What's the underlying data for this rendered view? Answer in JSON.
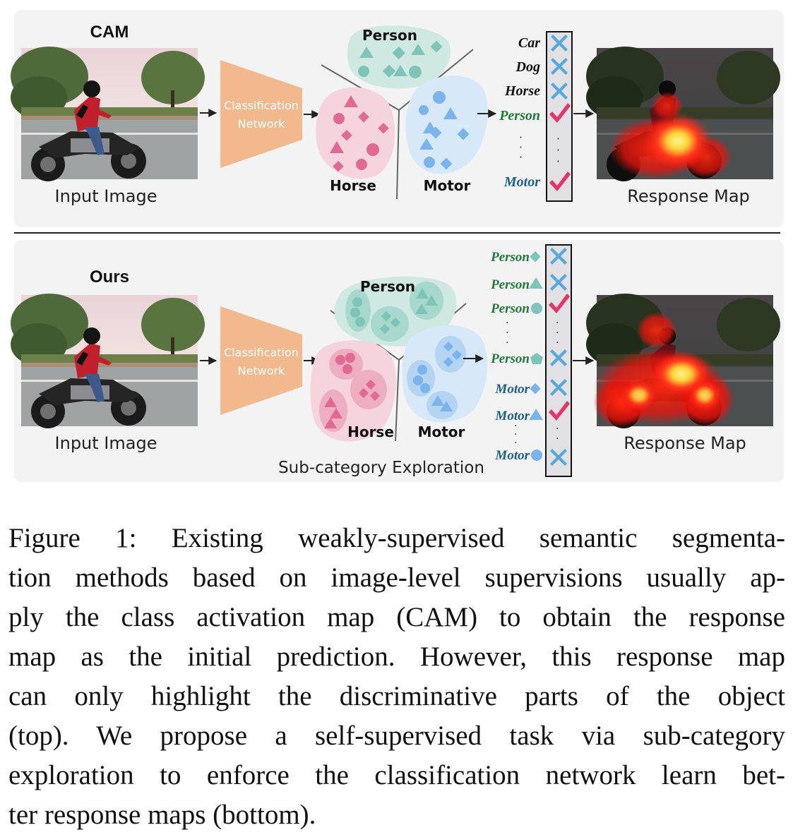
{
  "top_panel": {
    "title": "CAM",
    "input_label": "Input Image",
    "network_line1": "Classification",
    "network_line2": "Network",
    "cluster_labels": [
      "Person",
      "Horse",
      "Motor"
    ],
    "classes": [
      {
        "name": "Car",
        "result": "cross"
      },
      {
        "name": "Dog",
        "result": "cross"
      },
      {
        "name": "Horse",
        "result": "cross"
      },
      {
        "name": "Person",
        "result": "check"
      },
      {
        "name": "Motor",
        "result": "check"
      }
    ],
    "output_label": "Response Map"
  },
  "bottom_panel": {
    "title": "Ours",
    "input_label": "Input Image",
    "network_line1": "Classification",
    "network_line2": "Network",
    "cluster_labels": [
      "Person",
      "Horse",
      "Motor"
    ],
    "exploration_label": "Sub-category Exploration",
    "classes": [
      {
        "name": "Person",
        "shape": "diamond",
        "result": "cross"
      },
      {
        "name": "Person",
        "shape": "triangle",
        "result": "cross"
      },
      {
        "name": "Person",
        "shape": "circle",
        "result": "check"
      },
      {
        "name": "Person",
        "shape": "pentagon",
        "result": "cross"
      },
      {
        "name": "Motor",
        "shape": "diamond",
        "result": "cross"
      },
      {
        "name": "Motor",
        "shape": "triangle",
        "result": "check"
      },
      {
        "name": "Motor",
        "shape": "circle",
        "result": "cross"
      }
    ],
    "output_label": "Response Map"
  },
  "colors": {
    "person": "#7fc4b8",
    "horse": "#e06a93",
    "motor": "#7bb3ec",
    "network": "#f2b98e",
    "cross": "#58a8dc",
    "check": "#e5336b",
    "person_text": "#1f7a3a",
    "motor_text": "#1b5f8c"
  },
  "caption": [
    "Figure 1: Existing weakly-supervised semantic segmenta-",
    "tion methods based on image-level supervisions usually ap-",
    "ply the class activation map (CAM) to obtain the response",
    "map as the initial prediction. However, this response map",
    "can only highlight the discriminative parts of the object",
    "(top). We propose a self-supervised task via sub-category",
    "exploration to enforce the classification network learn bet-",
    "ter response maps (bottom)."
  ]
}
